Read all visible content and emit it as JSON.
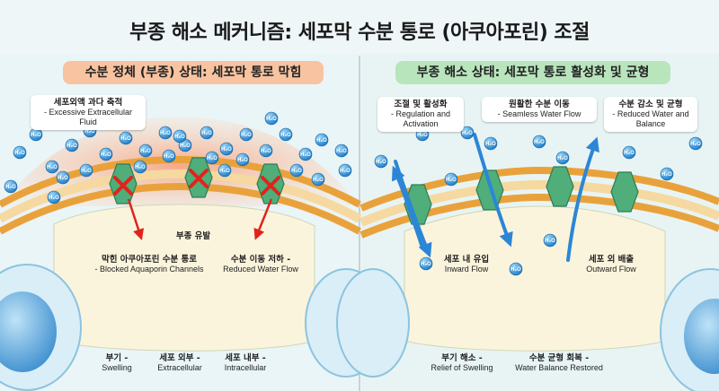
{
  "title": "부종 해소 메커니즘: 세포막 수분 통로 (아쿠아포린) 조절",
  "left_panel": {
    "banner": "수분 정체 (부종) 상태: 세포막 통로 막힘",
    "callout_top": {
      "ko": "세포외액 과다 축적",
      "en": "- Excessive Extracellular Fluid"
    },
    "blocked": {
      "ko": "막힌 아쿠아포린 수분 통로",
      "en": "- Blocked Aquaporin Channels"
    },
    "cause": {
      "ko": "부종 유발"
    },
    "reduced": {
      "ko": "수분 이동 저하 -",
      "en": "Reduced Water Flow"
    },
    "swelling": {
      "ko": "부기 -",
      "en": "Swelling"
    },
    "extracellular": {
      "ko": "세포 외부 -",
      "en": "Extracellular"
    },
    "intracellular": {
      "ko": "세포 내부 -",
      "en": "Intracellular"
    }
  },
  "right_panel": {
    "banner": "부종 해소 상태: 세포막 통로 활성화 및 균형",
    "regulation": {
      "ko": "조절 및 활성화",
      "en": "- Regulation and Activation"
    },
    "seamless": {
      "ko": "원활한 수분 이동",
      "en": "- Seamless Water Flow"
    },
    "reduced_water": {
      "ko": "수분 감소 및 균형",
      "en": "- Reduced Water and Balance"
    },
    "inward": {
      "ko": "세포 내 유입",
      "en": "Inward Flow"
    },
    "outward": {
      "ko": "세포 외 배출",
      "en": "Outward Flow"
    },
    "relief": {
      "ko": "부기 해소 -",
      "en": "Relief of Swelling"
    },
    "balance": {
      "ko": "수분 균형 회복 -",
      "en": "Water Balance Restored"
    }
  },
  "molecule_label": "H₂O",
  "colors": {
    "blocked_x": "#e0241c",
    "flow_arrow": "#2c86d6",
    "membrane_head": "#e9a23b",
    "channel": "#4fae7a",
    "left_banner": "#f8c3a0",
    "right_banner": "#b9e5bd"
  }
}
